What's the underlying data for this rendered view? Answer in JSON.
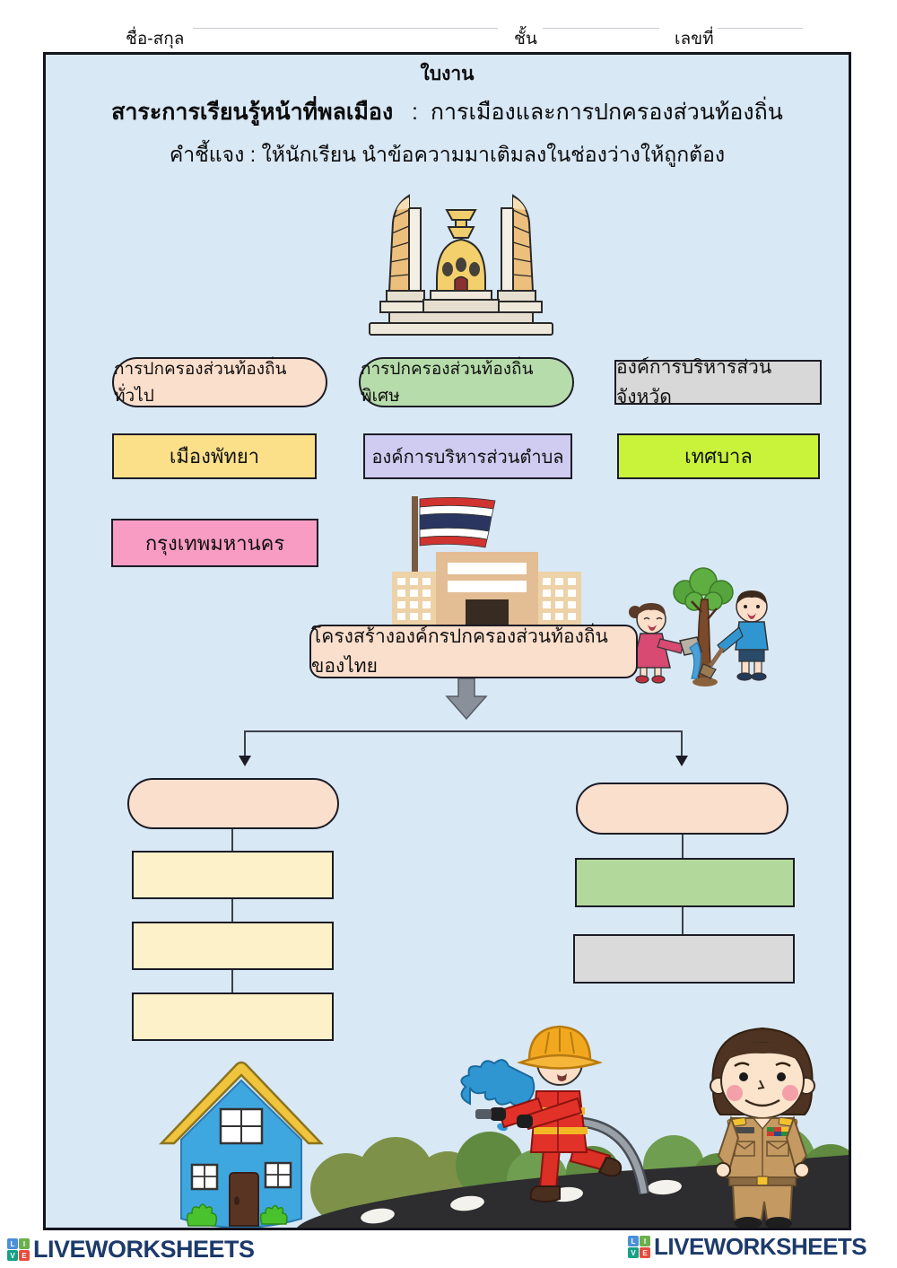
{
  "header": {
    "name_label": "ชื่อ-สกุล",
    "class_label": "ชั้น",
    "number_label": "เลขที่"
  },
  "worksheet": {
    "title": "ใบงาน",
    "subject_label": "สาระการเรียนรู้หน้าที่พลเมือง",
    "subject_separator": ":",
    "subject_topic": "การเมืองและการปกครองส่วนท้องถิ่น",
    "instruction": "คำชี้แจง : ให้นักเรียน นำข้อความมาเติมลงในช่องว่างให้ถูกต้อง"
  },
  "word_bank": {
    "row1": [
      {
        "label": "การปกครองส่วนท้องถิ่นทั่วไป",
        "shape": "pill",
        "color": "#fbdfcd"
      },
      {
        "label": "การปกครองส่วนท้องถิ่นพิเศษ",
        "shape": "pill",
        "color": "#b7dcab"
      },
      {
        "label": "องค์การบริหารส่วนจังหวัด",
        "shape": "rect",
        "color": "#d8d8d8"
      }
    ],
    "row2": [
      {
        "label": "เมืองพัทยา",
        "shape": "rect",
        "color": "#fbe089"
      },
      {
        "label": "องค์การบริหารส่วนตำบล",
        "shape": "rect",
        "color": "#cfcbf1"
      },
      {
        "label": "เทศบาล",
        "shape": "rect",
        "color": "#c8f33a"
      }
    ],
    "row3": [
      {
        "label": "กรุงเทพมหานคร",
        "shape": "rect",
        "color": "#f89cc4"
      }
    ]
  },
  "diagram": {
    "root_label": "โครงสร้างองค์กรปกครองส่วนท้องถิ่นของไทย",
    "left_branch": {
      "pill_value": "",
      "box_values": [
        "",
        "",
        ""
      ]
    },
    "right_branch": {
      "pill_value": "",
      "box_values": [
        "",
        ""
      ]
    }
  },
  "illustrations": {
    "monument": "democracy-monument",
    "building": "government-building-with-thai-flag",
    "kids": "children-planting-tree",
    "house": "blue-house",
    "firefighter": "firefighter-spraying-water",
    "official": "government-official"
  },
  "footer": {
    "logo_text": "LIVEWORKSHEETS",
    "tiles": [
      "L",
      "I",
      "V",
      "E"
    ],
    "logo_color": "#1d3a6b"
  }
}
